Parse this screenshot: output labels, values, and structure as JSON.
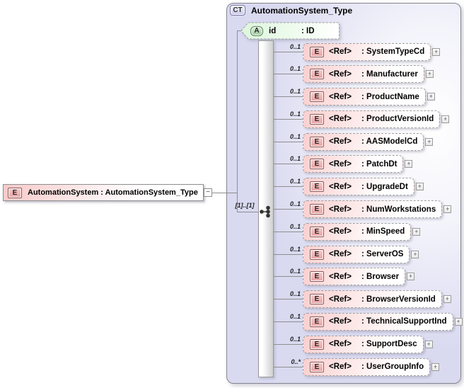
{
  "source_element": {
    "badge": "E",
    "label": "AutomationSystem : AutomationSystem_Type",
    "collapse_glyph": "−"
  },
  "complex_type": {
    "badge": "CT",
    "title": "AutomationSystem_Type",
    "attribute": {
      "badge": "A",
      "name": "id",
      "type": ": ID"
    },
    "sequence": {
      "cardinality": "[1]..[1]",
      "icon": "sequence-icon"
    },
    "elements": [
      {
        "cardinality": "0..1",
        "ref_label": "<Ref>",
        "name": ": SystemTypeCd",
        "expand_glyph": "+"
      },
      {
        "cardinality": "0..1",
        "ref_label": "<Ref>",
        "name": ": Manufacturer",
        "expand_glyph": "+"
      },
      {
        "cardinality": "0..1",
        "ref_label": "<Ref>",
        "name": ": ProductName",
        "expand_glyph": "+"
      },
      {
        "cardinality": "0..1",
        "ref_label": "<Ref>",
        "name": ": ProductVersionId",
        "expand_glyph": "+"
      },
      {
        "cardinality": "0..1",
        "ref_label": "<Ref>",
        "name": ": AASModelCd",
        "expand_glyph": "+"
      },
      {
        "cardinality": "0..1",
        "ref_label": "<Ref>",
        "name": ": PatchDt",
        "expand_glyph": "+"
      },
      {
        "cardinality": "0..1",
        "ref_label": "<Ref>",
        "name": ": UpgradeDt",
        "expand_glyph": "+"
      },
      {
        "cardinality": "0..1",
        "ref_label": "<Ref>",
        "name": ": NumWorkstations",
        "expand_glyph": "+"
      },
      {
        "cardinality": "0..1",
        "ref_label": "<Ref>",
        "name": ": MinSpeed",
        "expand_glyph": "+"
      },
      {
        "cardinality": "0..1",
        "ref_label": "<Ref>",
        "name": ": ServerOS",
        "expand_glyph": "+"
      },
      {
        "cardinality": "0..1",
        "ref_label": "<Ref>",
        "name": ": Browser",
        "expand_glyph": "+"
      },
      {
        "cardinality": "0..1",
        "ref_label": "<Ref>",
        "name": ": BrowserVersionId",
        "expand_glyph": "+"
      },
      {
        "cardinality": "0..1",
        "ref_label": "<Ref>",
        "name": ": TechnicalSupportInd",
        "expand_glyph": "+"
      },
      {
        "cardinality": "0..1",
        "ref_label": "<Ref>",
        "name": ": SupportDesc",
        "expand_glyph": "+"
      },
      {
        "cardinality": "0..*",
        "ref_label": "<Ref>",
        "name": ": UserGroupInfo",
        "expand_glyph": "+"
      }
    ]
  },
  "colors": {
    "element_pink": "#f2a4a4",
    "attribute_green": "#9cc89c",
    "container_lavender": "#d9d9f0",
    "line_gray": "#8f8f8f",
    "dashed_border": "#a2a2a2"
  }
}
